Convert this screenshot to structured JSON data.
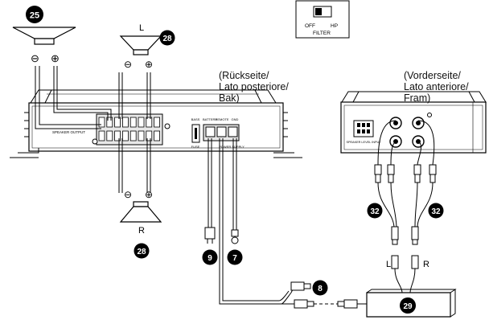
{
  "callouts": {
    "n25": "25",
    "n28": "28",
    "n9": "9",
    "n7": "7",
    "n8": "8",
    "n29": "29",
    "n32": "32"
  },
  "labels": {
    "speaker_left": "L",
    "speaker_right": "R",
    "plus": "⊕",
    "minus": "⊖",
    "speaker_output": "SPEAKER OUTPUT",
    "rca_left": "L",
    "rca_right": "R",
    "fuse": "FUSE",
    "battery": "BATTERY",
    "remote": "REMOTE",
    "gnd": "GND",
    "power_supply": "POWER SUPPLY",
    "speaker_level_input": "SPEAKER LEVEL INPUT"
  },
  "filter": {
    "title": "FILTER",
    "off": "OFF",
    "hp": "HP"
  },
  "captions": {
    "rear": [
      "(Rückseite/",
      "Lato posteriore/",
      "Bak)"
    ],
    "front": [
      "(Vorderseite/",
      "Lato anteriore/",
      "Fram)"
    ]
  }
}
